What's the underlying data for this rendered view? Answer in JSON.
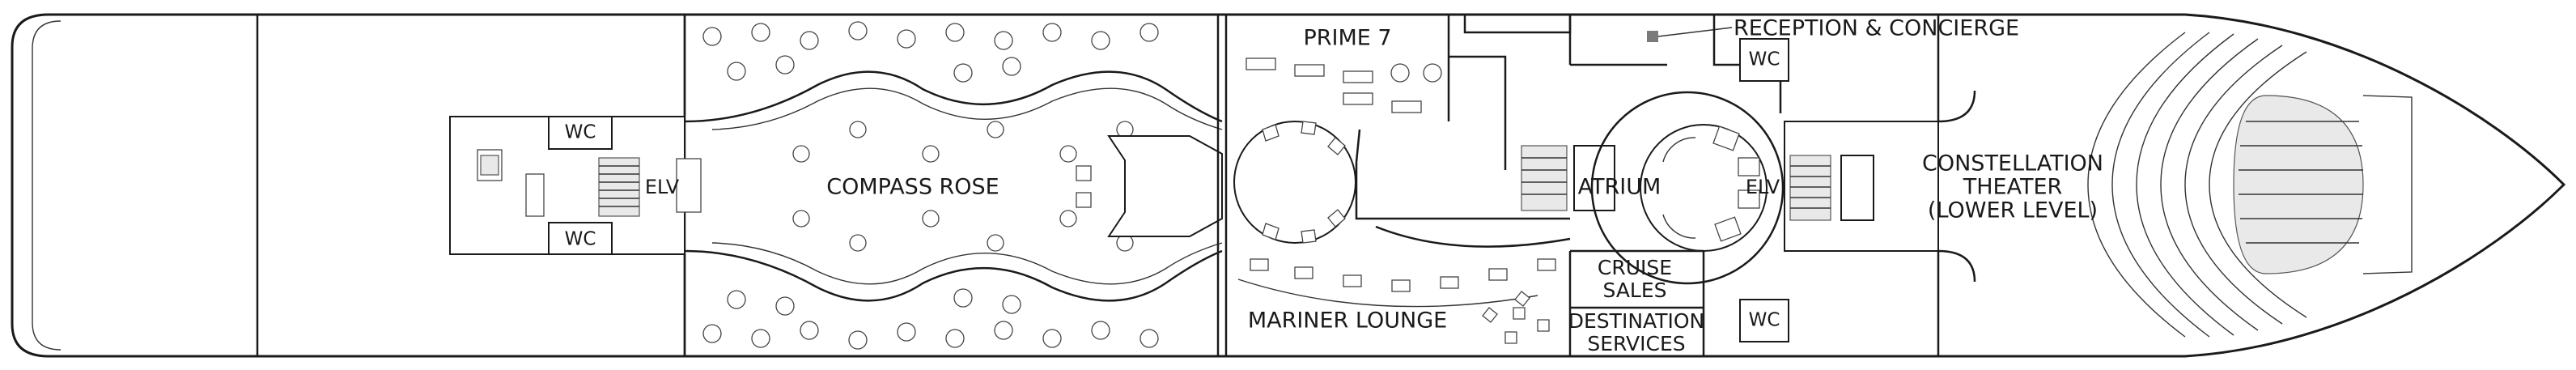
{
  "labels": {
    "reception": "RECEPTION & CONCIERGE",
    "prime7": "PRIME 7",
    "compass_rose": "COMPASS ROSE",
    "atrium": "ATRIUM",
    "elv_aft": "ELV",
    "elv_fwd": "ELV",
    "wc_aft_top": "WC",
    "wc_aft_bottom": "WC",
    "wc_mid_top": "WC",
    "wc_mid_bottom": "WC",
    "theater_line1": "CONSTELLATION",
    "theater_line2": "THEATER",
    "theater_line3": "(LOWER LEVEL)",
    "cruise_sales_line1": "CRUISE",
    "cruise_sales_line2": "SALES",
    "destination_line1": "DESTINATION",
    "destination_line2": "SERVICES",
    "mariner_lounge": "MARINER LOUNGE"
  },
  "colors": {
    "line": "#1a1a1a",
    "background": "#ffffff",
    "marker": "#7a7a7a"
  }
}
